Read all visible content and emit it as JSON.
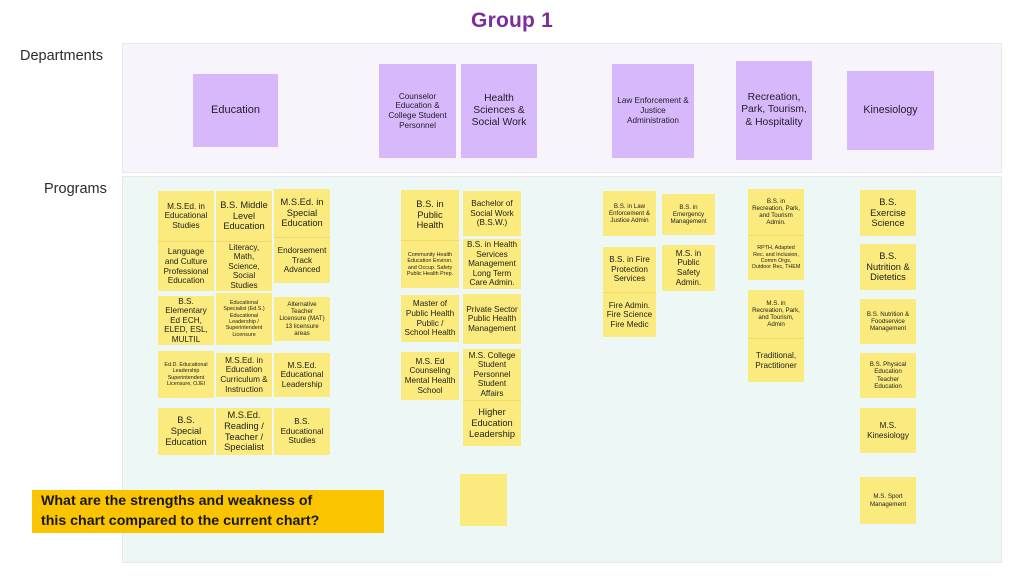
{
  "slide": {
    "title": "Group 1",
    "title_color": "#7b2d9e",
    "row_labels": {
      "departments": "Departments",
      "programs": "Programs"
    },
    "panel_colors": {
      "departments": "#f7f5fb",
      "programs": "#edf8f6"
    },
    "chip_color": "#d7b8fb",
    "card_color": "#fbeb7e",
    "callout_color": "#fac400"
  },
  "departments": [
    {
      "name": "Education"
    },
    {
      "name": "Counselor Education & College Student Personnel"
    },
    {
      "name": "Health Sciences & Social Work"
    },
    {
      "name": "Law Enforcement & Justice Administration"
    },
    {
      "name": "Recreation, Park, Tourism, & Hospitality"
    },
    {
      "name": "Kinesiology"
    }
  ],
  "programs": {
    "education": [
      {
        "title": "M.S.Ed. in Educational Studies",
        "sub": "Language and Culture Professional Education"
      },
      {
        "title": "B.S. Middle Level Education",
        "sub": "Literacy, Math, Science, Social Studies"
      },
      {
        "title": "M.S.Ed. in Special Education",
        "sub": "Endorsement Track Advanced"
      },
      {
        "title": "B.S. Elementary Ed ECH, ELED, ESL, MULTIL"
      },
      {
        "title": "Educational Specialist (Ed.S.) Educational Leadership / Superintendent Licensure"
      },
      {
        "title": "Alternative Teacher Licensure (MAT) 13 licensure areas"
      },
      {
        "title": "Ed.D. Educational Leadership Superintendent Licensure, OJEI"
      },
      {
        "title": "M.S.Ed. in Education Curriculum & Instruction"
      },
      {
        "title": "M.S.Ed. Educational Leadership"
      },
      {
        "title": "B.S. Special Education"
      },
      {
        "title": "M.S.Ed. Reading / Teacher / Specialist"
      },
      {
        "title": "B.S. Educational Studies"
      }
    ],
    "counselor_health": [
      {
        "title": "B.S. in Public Health",
        "sub": "Community Health Education Environ. and Occup. Safety Public Health Prep."
      },
      {
        "title": "Bachelor of Social Work (B.S.W.)"
      },
      {
        "title": "B.S. in Health Services Management Long Term Care Admin."
      },
      {
        "title": "Master of Public Health Public / School Health"
      },
      {
        "title": "Private Sector Public Health Management"
      },
      {
        "title": "M.S. Ed Counseling Mental Health School"
      },
      {
        "title": "M.S. College Student Personnel Student Affairs",
        "sub": "Higher Education Leadership"
      }
    ],
    "law": [
      {
        "title": "B.S. in Law Enforcement & Justice Admin"
      },
      {
        "title": "B.S. in Emergency Management"
      },
      {
        "title": "B.S. in Fire Protection Services",
        "sub": "Fire Admin. Fire Science Fire Medic"
      },
      {
        "title": "M.S. in Public Safety Admin."
      }
    ],
    "recreation": [
      {
        "title": "B.S. in Recreation, Park, and Tourism Admin.",
        "sub": "RPTH, Adapted Rec. and Inclusion, Comm Orgs, Outdoor Rec, THEM"
      },
      {
        "title": "M.S. in Recreation, Park, and Tourism, Admin",
        "sub": "Traditional, Practitioner"
      }
    ],
    "kinesiology": [
      {
        "title": "B.S. Exercise Science"
      },
      {
        "title": "B.S. Nutrition & Dietetics"
      },
      {
        "title": "B.S. Nutrition & Foodservice Management"
      },
      {
        "title": "B.S. Physical Education Teacher Education"
      },
      {
        "title": "M.S. Kinesiology"
      },
      {
        "title": "M.S. Sport Management"
      }
    ],
    "unlabeled": [
      {
        "title": ""
      }
    ]
  },
  "callout": {
    "line1": "What are the strengths and weakness of",
    "line2": "this chart compared to the current chart?"
  }
}
